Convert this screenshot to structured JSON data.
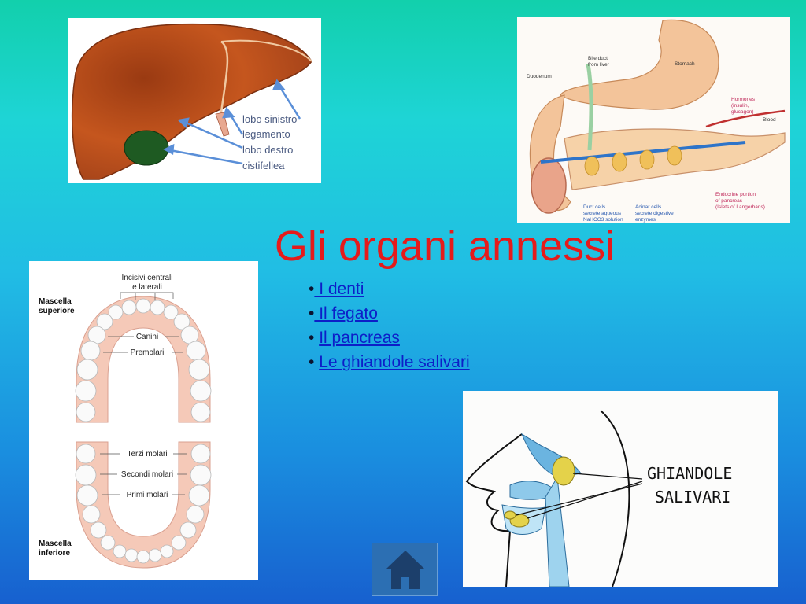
{
  "slide": {
    "title": "Gli organi annessi",
    "topics": [
      {
        "bullet": "•",
        "label": " I denti"
      },
      {
        "bullet": "•",
        "label": " Il fegato"
      },
      {
        "bullet": "• ",
        "label": "Il pancreas"
      },
      {
        "bullet": "• ",
        "label": "Le ghiandole salivari"
      }
    ]
  },
  "liver_figure": {
    "labels": [
      "lobo sinistro",
      "legamento",
      "lobo destro",
      "cistifellea"
    ]
  },
  "pancreas_figure": {
    "labels": {
      "duodenum": "Duodenum",
      "bile_duct_1": "Bile duct",
      "bile_duct_2": "from liver",
      "stomach": "Stomach",
      "hormones_1": "Hormones",
      "hormones_2": "(insulin,",
      "hormones_3": "glucagon)",
      "blood": "Blood",
      "endocrine_1": "Endocrine portion",
      "endocrine_2": "of pancreas",
      "endocrine_3": "(Islets of Langerhans)",
      "duct_1": "Duct cells",
      "duct_2": "secrete aqueous",
      "duct_3": "NaHCO3 solution",
      "acinar_1": "Acinar cells",
      "acinar_2": "secrete digestive",
      "acinar_3": "enzymes"
    }
  },
  "teeth_figure": {
    "labels": {
      "incisors_1": "Incisivi centrali",
      "incisors_2": "e laterali",
      "upper_1": "Mascella",
      "upper_2": "superiore",
      "canini": "Canini",
      "premolari": "Premolari",
      "terzi": "Terzi molari",
      "secondi": "Secondi molari",
      "primi": "Primi molari",
      "lower_1": "Mascella",
      "lower_2": "inferiore"
    }
  },
  "glands_figure": {
    "label_1": "GHIANDOLE",
    "label_2": "SALIVARI"
  },
  "colors": {
    "title": "#e51b1b",
    "link": "#0d1ec8",
    "home_button": "#2c6fb3"
  },
  "icons": {
    "home": "home-icon"
  }
}
